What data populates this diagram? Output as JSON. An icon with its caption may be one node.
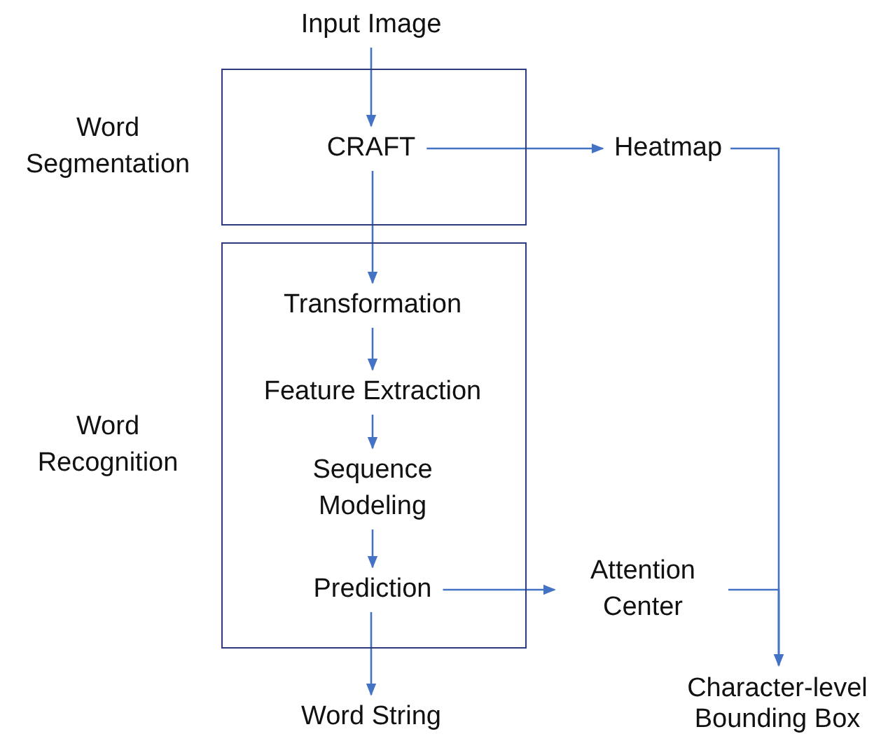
{
  "diagram": {
    "nodes": [
      {
        "text": [
          "Input Image"
        ]
      },
      {
        "text": [
          "Word Segmentation"
        ]
      },
      {
        "text": [
          "CRAFT"
        ],
        "in": 1
      },
      {
        "text": [
          "Heatmap"
        ]
      },
      {
        "text": [
          "Word Recognition"
        ]
      },
      {
        "text": [
          "Transformation"
        ],
        "in": 4
      },
      {
        "text": [
          "Feature Extraction"
        ],
        "in": 4
      },
      {
        "text": [
          "Sequence Modeling"
        ],
        "in": 4
      },
      {
        "text": [
          "Prediction"
        ],
        "in": 4
      },
      {
        "text": [
          "Attention Center"
        ]
      },
      {
        "text": [
          "Word String"
        ]
      },
      {
        "text": [
          "Character-level Bounding Box"
        ]
      }
    ],
    "edges": [
      {
        "from": 0,
        "to": 2,
        "arrow": "to"
      },
      {
        "from": 2,
        "to": 3,
        "arrow": "to"
      },
      {
        "from": 2,
        "to": 5,
        "arrow": "to"
      },
      {
        "from": 5,
        "to": 6,
        "arrow": "to"
      },
      {
        "from": 6,
        "to": 7,
        "arrow": "to"
      },
      {
        "from": 7,
        "to": 8,
        "arrow": "to"
      },
      {
        "from": 8,
        "to": 9,
        "arrow": "to"
      },
      {
        "from": 8,
        "to": 10,
        "arrow": "to"
      },
      {
        "from": 3,
        "to": 11,
        "arrow": "to"
      },
      {
        "from": 9,
        "to": 11,
        "arrow": "to"
      }
    ]
  }
}
